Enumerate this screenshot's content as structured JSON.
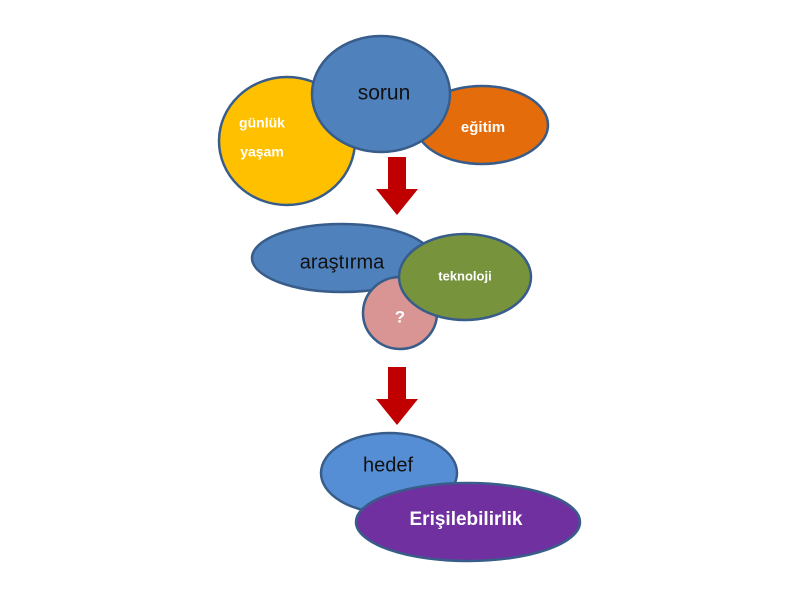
{
  "diagram": {
    "nodes": {
      "gunluk": {
        "line1": "günlük",
        "line2": "yaşam",
        "color": "#FFC000"
      },
      "egitim": {
        "label": "eğitim",
        "color": "#E46C0A"
      },
      "sorun": {
        "label": "sorun",
        "color": "#4F81BD"
      },
      "arastirma": {
        "label": "araştırma",
        "color": "#4F81BD"
      },
      "soru": {
        "label": "?",
        "color": "#D99594"
      },
      "teknoloji": {
        "label": "teknoloji",
        "color": "#77933C"
      },
      "hedef": {
        "label": "hedef",
        "color": "#558ED5"
      },
      "erisilebilirlik": {
        "label": "Erişilebilirlik",
        "color": "#7030A0"
      }
    },
    "arrow_color": "#C00000",
    "outline_color": "#385D8A"
  }
}
